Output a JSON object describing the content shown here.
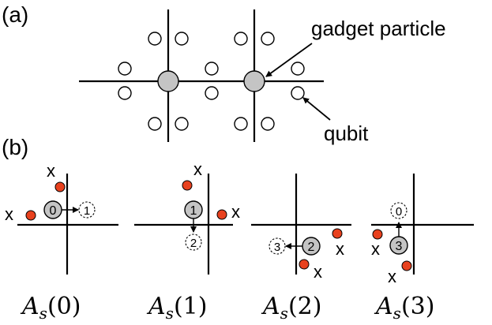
{
  "panel_a": {
    "label": "(a)",
    "gadget_label": "gadget particle",
    "qubit_label": "qubit"
  },
  "panel_b": {
    "label": "(b)",
    "x_mark": "x",
    "captions": {
      "base": "A",
      "subscript": "s",
      "args": [
        "(0)",
        "(1)",
        "(2)",
        "(3)"
      ]
    },
    "states": [
      {
        "current": "0",
        "next": "1"
      },
      {
        "current": "1",
        "next": "2"
      },
      {
        "current": "2",
        "next": "3"
      },
      {
        "current": "3",
        "next": "0"
      }
    ]
  },
  "colors": {
    "gadget_fill": "#c4c4c4",
    "excitation_fill": "#e8411e",
    "qubit_fill": "#ffffff"
  }
}
